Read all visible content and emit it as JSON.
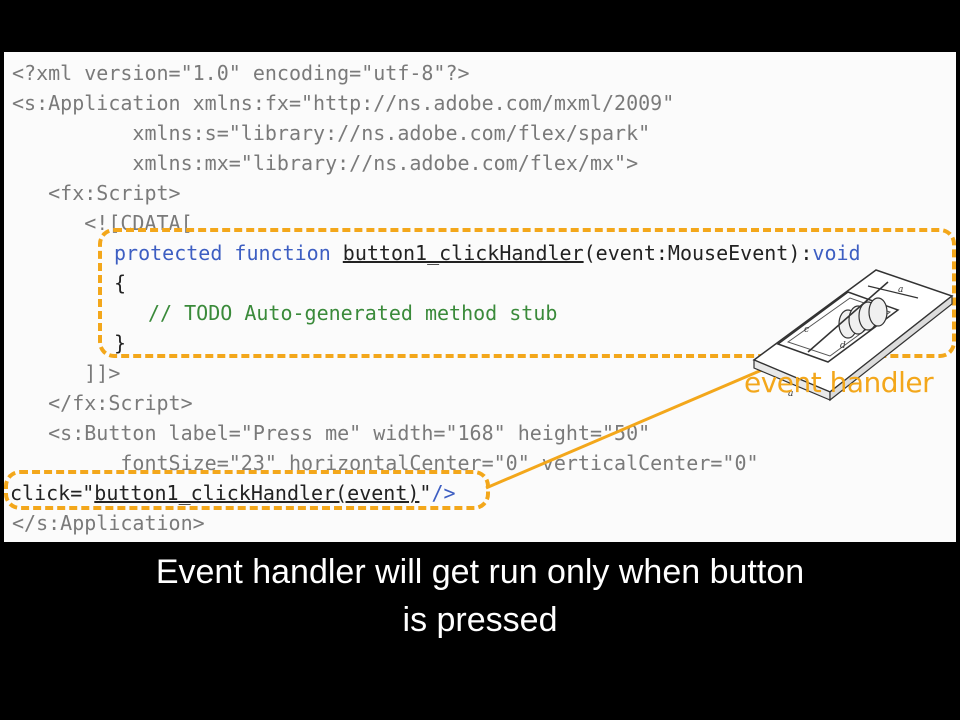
{
  "code": {
    "lines": [
      "<?xml version=\"1.0\" encoding=\"utf-8\"?>",
      "<s:Application xmlns:fx=\"http://ns.adobe.com/mxml/2009\"",
      "          xmlns:s=\"library://ns.adobe.com/flex/spark\"",
      "          xmlns:mx=\"library://ns.adobe.com/flex/mx\">",
      "   <fx:Script>",
      "      <![CDATA[",
      "      ]]>",
      "   </fx:Script>",
      "   <s:Button label=\"Press me\" width=\"168\" height=\"50\"",
      "         fontSize=\"23\" horizontalCenter=\"0\" verticalCenter=\"0\"",
      "</s:Application>"
    ],
    "handler": {
      "kw_protected": "protected",
      "kw_function": "function",
      "name": "button1_clickHandler",
      "signature_rest": "(event:MouseEvent):",
      "kw_void": "void",
      "open_brace": "{",
      "comment": "// TODO Auto-generated method stub",
      "close_brace": "}"
    },
    "click_attr": {
      "prefix": "click=\"",
      "call": "button1_clickHandler(event)",
      "suffix": "\"",
      "tag_end": "/>"
    }
  },
  "annotation": {
    "label": "event handler",
    "accent_color": "#f3a71b"
  },
  "caption": {
    "line1": "Event handler will get run only when button",
    "line2": "is pressed"
  }
}
